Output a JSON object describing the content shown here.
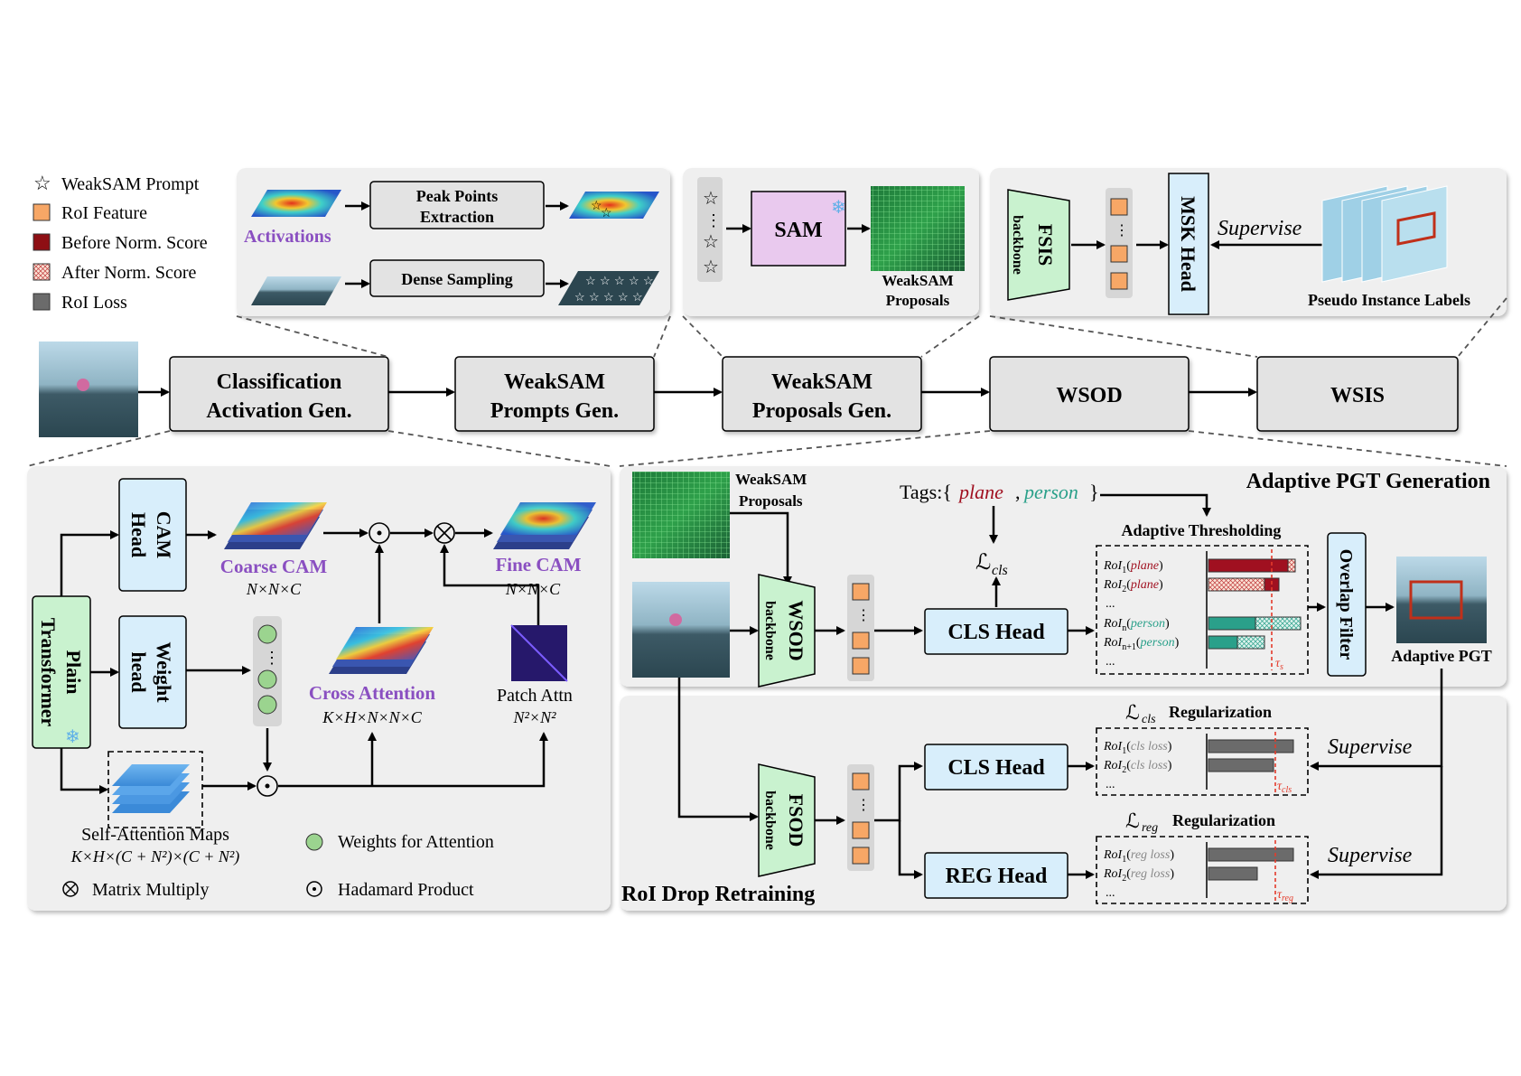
{
  "legend": {
    "prompt": "WeakSAM Prompt",
    "roi_feature": "RoI Feature",
    "before_norm": "Before Norm. Score",
    "after_norm": "After Norm. Score",
    "roi_loss": "RoI Loss"
  },
  "pipeline": {
    "stage1_line1": "Classification",
    "stage1_line2": "Activation Gen.",
    "stage2_line1": "WeakSAM",
    "stage2_line2": "Prompts Gen.",
    "stage3_line1": "WeakSAM",
    "stage3_line2": "Proposals Gen.",
    "stage4": "WSOD",
    "stage5": "WSIS"
  },
  "prompts_panel": {
    "activations": "Activations",
    "peak_line1": "Peak Points",
    "peak_line2": "Extraction",
    "dense": "Dense Sampling"
  },
  "proposals_panel": {
    "sam": "SAM",
    "proposals_line1": "WeakSAM",
    "proposals_line2": "Proposals"
  },
  "wsis_panel": {
    "fsis": "FSIS",
    "backbone": "backbone",
    "msk_head": "MSK Head",
    "supervise": "Supervise",
    "pseudo": "Pseudo Instance Labels"
  },
  "cam_panel": {
    "plain_line1": "Plain",
    "plain_line2": "Transformer",
    "cam_head_line1": "CAM",
    "cam_head_line2": "Head",
    "weight_line1": "Weight",
    "weight_line2": "head",
    "coarse_cam": "Coarse CAM",
    "coarse_dim": "N×N×C",
    "fine_cam": "Fine CAM",
    "fine_dim": "N×N×C",
    "cross_attn": "Cross Attention",
    "cross_dim": "K×H×N×N×C",
    "patch_attn": "Patch Attn",
    "patch_dim": "N²×N²",
    "self_attn": "Self-Attention Maps",
    "self_dim": "K×H×(C + N²)×(C + N²)",
    "weights_for_attn": "Weights for Attention",
    "matrix_multiply": "Matrix Multiply",
    "hadamard": "Hadamard Product"
  },
  "pgt_panel": {
    "title": "Adaptive PGT Generation",
    "proposals_line1": "WeakSAM",
    "proposals_line2": "Proposals",
    "tags_prefix": "Tags:{",
    "tag1": "plane",
    "tag_sep": ",",
    "tag2": "person",
    "tags_suffix": "}",
    "wsod": "WSOD",
    "backbone": "backbone",
    "cls_head": "CLS Head",
    "loss_cls": "cls",
    "adaptive_thr": "Adaptive Thresholding",
    "rows": [
      {
        "roi": "RoI",
        "sub": "1",
        "cls": "plane"
      },
      {
        "roi": "RoI",
        "sub": "2",
        "cls": "plane"
      },
      {
        "roi": "RoI",
        "sub": "n",
        "cls": "person"
      },
      {
        "roi": "RoI",
        "sub": "n+1",
        "cls": "person"
      }
    ],
    "ellipsis": "...",
    "tau_s": "s",
    "overlap": "Overlap Filter",
    "adaptive_pgt": "Adaptive PGT"
  },
  "retrain_panel": {
    "title": "RoI Drop Retraining",
    "fsod": "FSOD",
    "backbone": "backbone",
    "cls_head": "CLS Head",
    "reg_head": "REG Head",
    "cls_reg_title": "Regularization",
    "reg_reg_title": "Regularization",
    "cls_sub": "cls",
    "reg_sub": "reg",
    "supervise": "Supervise",
    "cls_rows": [
      {
        "roi": "RoI",
        "sub": "1",
        "loss": "cls loss"
      },
      {
        "roi": "RoI",
        "sub": "2",
        "loss": "cls loss"
      }
    ],
    "reg_rows": [
      {
        "roi": "RoI",
        "sub": "1",
        "loss": "reg loss"
      },
      {
        "roi": "RoI",
        "sub": "2",
        "loss": "reg loss"
      }
    ],
    "ellipsis": "...",
    "tau_cls": "cls",
    "tau_reg": "reg"
  },
  "colors": {
    "panel_bg": "#efefef",
    "box_gray": "#e3e3e3",
    "green_box": "#c9f2cf",
    "blue_box": "#d8eefb",
    "sam_box": "#e9c9ee",
    "purple_text": "#8a4fc1",
    "plane_red": "#a01020",
    "person_teal": "#2aa08a",
    "orange": "#f7a766"
  }
}
